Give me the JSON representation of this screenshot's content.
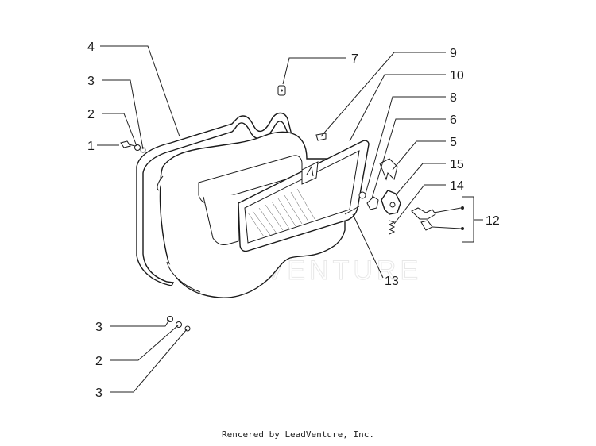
{
  "callouts": [
    {
      "id": "1",
      "label": "1"
    },
    {
      "id": "2a",
      "label": "2"
    },
    {
      "id": "3a",
      "label": "3"
    },
    {
      "id": "4",
      "label": "4"
    },
    {
      "id": "7",
      "label": "7"
    },
    {
      "id": "9",
      "label": "9"
    },
    {
      "id": "10",
      "label": "10"
    },
    {
      "id": "8",
      "label": "8"
    },
    {
      "id": "6",
      "label": "6"
    },
    {
      "id": "5",
      "label": "5"
    },
    {
      "id": "15",
      "label": "15"
    },
    {
      "id": "14",
      "label": "14"
    },
    {
      "id": "12",
      "label": "12"
    },
    {
      "id": "13",
      "label": "13"
    },
    {
      "id": "3b",
      "label": "3"
    },
    {
      "id": "2b",
      "label": "2"
    },
    {
      "id": "3c",
      "label": "3"
    }
  ],
  "watermark": "LEADVENTURE",
  "footer": "Rencered by LeadVenture, Inc."
}
